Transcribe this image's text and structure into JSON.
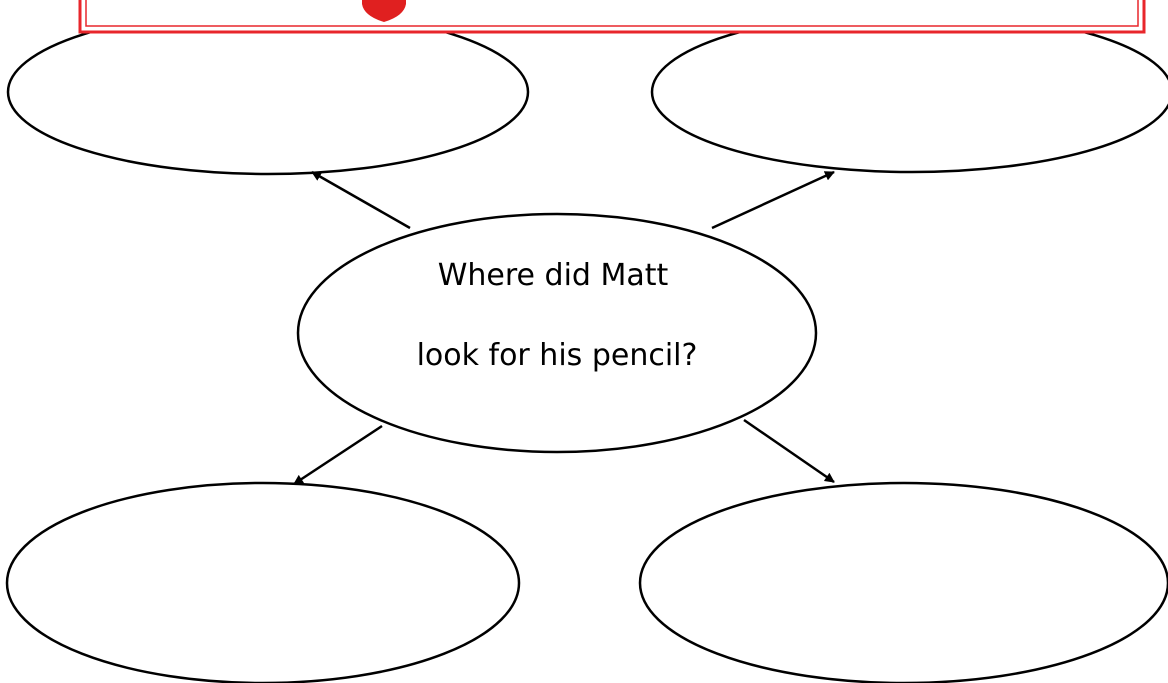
{
  "colors": {
    "banner_border": "#e8262b",
    "banner_fill": "#ffffff",
    "badge": "#e02020",
    "stroke": "#000000"
  },
  "center": {
    "line1": "Where did Matt",
    "line2": "look for his pencil?"
  },
  "answer_bubbles": [
    {
      "position": "top-left",
      "text": ""
    },
    {
      "position": "top-right",
      "text": ""
    },
    {
      "position": "bottom-left",
      "text": ""
    },
    {
      "position": "bottom-right",
      "text": ""
    }
  ]
}
